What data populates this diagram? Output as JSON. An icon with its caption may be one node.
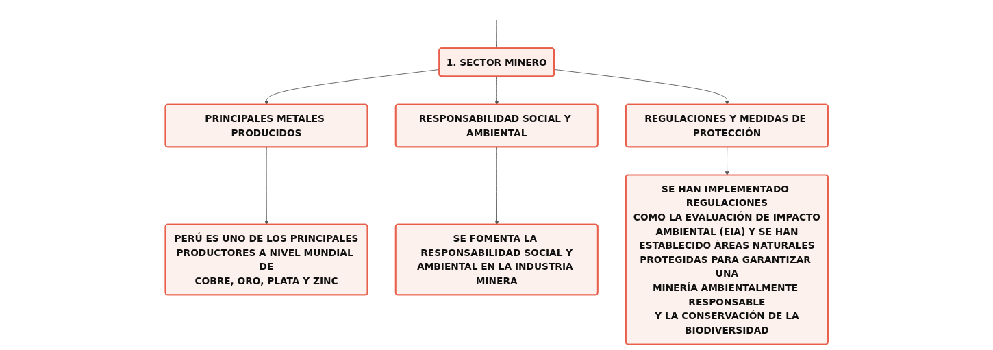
{
  "diagram": {
    "nodes": [
      {
        "text": [
          "1. SECTOR MINERO"
        ]
      },
      {
        "text": [
          "PRINCIPALES METALES PRODUCIDOS"
        ]
      },
      {
        "text": [
          "RESPONSABILIDAD SOCIAL Y AMBIENTAL"
        ]
      },
      {
        "text": [
          "REGULACIONES Y MEDIDAS DE PROTECCIÓN"
        ]
      },
      {
        "text": [
          "PERÚ ES UNO DE LOS PRINCIPALES PRODUCTORES A NIVEL MUNDIAL DE COBRE, ORO, PLATA Y ZINC"
        ]
      },
      {
        "text": [
          "SE FOMENTA LA RESPONSABILIDAD SOCIAL Y AMBIENTAL EN LA INDUSTRIA MINERA"
        ]
      },
      {
        "text": [
          "SE HAN IMPLEMENTADO REGULACIONES COMO LA EVALUACIÓN DE IMPACTO AMBIENTAL (EIA) Y SE HAN ESTABLECIDO ÁREAS NATURALES PROTEGIDAS PARA GARANTIZAR UNA MINERÍA AMBIENTALMENTE RESPONSABLE Y LA CONSERVACIÓN DE LA BIODIVERSIDAD"
        ]
      }
    ],
    "edges": [
      {
        "from": null,
        "to": 0,
        "arrow": "none"
      },
      {
        "from": 0,
        "to": 1,
        "arrow": "to"
      },
      {
        "from": 0,
        "to": 2,
        "arrow": "to"
      },
      {
        "from": 0,
        "to": 3,
        "arrow": "to"
      },
      {
        "from": 1,
        "to": 4,
        "arrow": "to"
      },
      {
        "from": 2,
        "to": 5,
        "arrow": "to"
      },
      {
        "from": 3,
        "to": 6,
        "arrow": "to"
      }
    ]
  }
}
